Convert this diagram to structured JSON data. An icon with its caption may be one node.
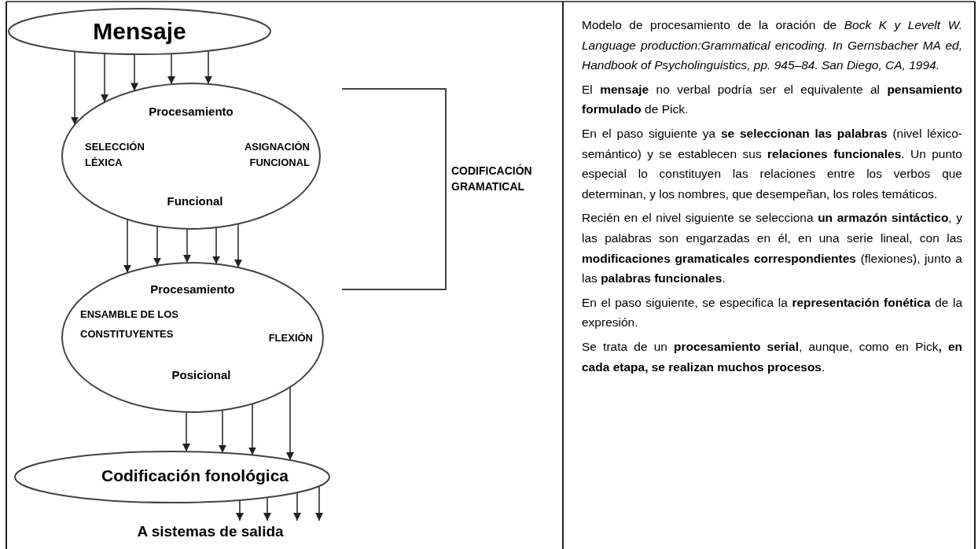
{
  "diagram": {
    "nodes": [
      {
        "text": [
          "Mensaje"
        ]
      },
      {
        "text": [
          "Procesamiento",
          "SELECCIÓN LÉXICA",
          "ASIGNACIÓN FUNCIONAL",
          "Funcional"
        ]
      },
      {
        "text": [
          "Procesamiento",
          "ENSAMBLE DE LOS CONSTITUYENTES",
          "FLEXIÓN",
          "Posicional"
        ]
      },
      {
        "text": [
          "Codificación fonológica"
        ]
      },
      {
        "text": [
          "A sistemas de salida"
        ]
      }
    ],
    "edges": [
      {
        "from": 0,
        "to": 1,
        "arrow": "to"
      },
      {
        "from": 0,
        "to": 1,
        "arrow": "to"
      },
      {
        "from": 0,
        "to": 1,
        "arrow": "to"
      },
      {
        "from": 0,
        "to": 1,
        "arrow": "to"
      },
      {
        "from": 0,
        "to": 1,
        "arrow": "to"
      },
      {
        "from": 1,
        "to": 2,
        "arrow": "to"
      },
      {
        "from": 1,
        "to": 2,
        "arrow": "to"
      },
      {
        "from": 1,
        "to": 2,
        "arrow": "to"
      },
      {
        "from": 1,
        "to": 2,
        "arrow": "to"
      },
      {
        "from": 1,
        "to": 2,
        "arrow": "to"
      },
      {
        "from": 2,
        "to": 3,
        "arrow": "to"
      },
      {
        "from": 2,
        "to": 3,
        "arrow": "to"
      },
      {
        "from": 2,
        "to": 3,
        "arrow": "to"
      },
      {
        "from": 2,
        "to": 3,
        "arrow": "to"
      },
      {
        "from": 3,
        "to": 4,
        "arrow": "to"
      },
      {
        "from": 3,
        "to": 4,
        "arrow": "to"
      },
      {
        "from": 3,
        "to": 4,
        "arrow": "to"
      },
      {
        "from": 3,
        "to": 4,
        "arrow": "to"
      }
    ],
    "labels": [
      "CODIFICACIÓN GRAMATICAL",
      "Modelo de procesamiento de la oración de *Bock K y Levelt W. Language production:Grammatical encoding. In Gernsbacher MA ed, Handbook of Psycholinguistics, pp. 945–84. San Diego, CA, 1994.*",
      "El **mensaje** no verbal podría ser el equivalente al **pensamiento formulado** de Pick.",
      "En el paso siguiente ya **se seleccionan las palabras** (nivel léxico-semántico) y se establecen sus **relaciones funcionales**. Un punto especial lo constituyen las relaciones entre los verbos que determinan, y los nombres, que desempeñan, los roles temáticos.",
      "Recién en el nivel siguiente se selecciona **un armazón sintáctico**, y las palabras son engarzadas en él, en una serie lineal, con las **modificaciones gramaticales correspondientes** (flexiones), junto a las **palabras funcionales**.",
      "En el paso siguiente, se especifica la **representación fonética** de la expresión.",
      "Se trata de un **procesamiento serial**, aunque, como en Pick**, en cada etapa, se realizan muchos procesos**."
    ]
  }
}
